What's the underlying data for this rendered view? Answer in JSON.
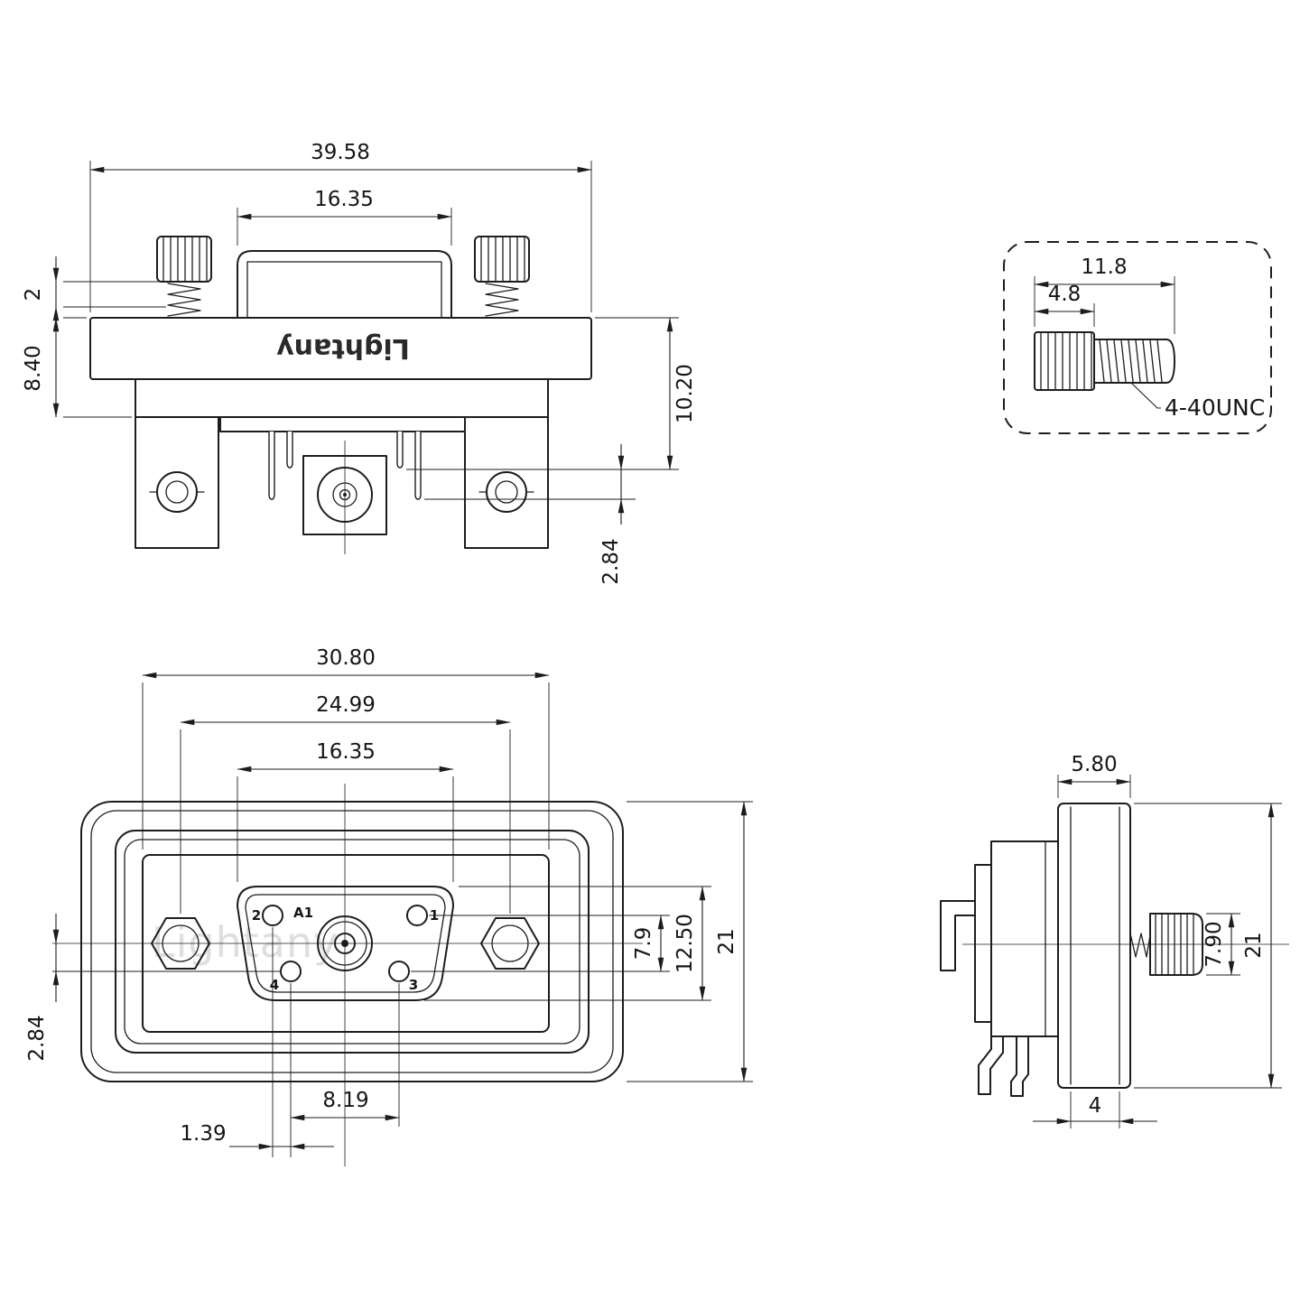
{
  "meta": {
    "type": "connector-technical-drawing",
    "brand": "Lightany"
  },
  "top_view": {
    "logo": "Lightany",
    "dim_overall_width": "39.58",
    "dim_shell_width": "16.35",
    "dim_washer_thickness": "2",
    "dim_body_height": "8.40",
    "dim_mount_height": "10.20",
    "dim_pin_step": "2.84"
  },
  "screw_detail": {
    "dim_total_length": "11.8",
    "dim_head_length": "4.8",
    "thread_spec": "4-40UNC"
  },
  "front_view": {
    "watermark": "Lightany",
    "dim_flange_width": "30.80",
    "dim_hole_spacing": "24.99",
    "dim_shell_width": "16.35",
    "dim_contact_span": "7.9",
    "dim_shell_height": "12.50",
    "dim_overall_height": "21",
    "dim_row_offset": "2.84",
    "dim_pin_span": "8.19",
    "dim_pin_offset": "1.39",
    "labels": {
      "coax": "A1",
      "pin1": "1",
      "pin2": "2",
      "pin3": "3",
      "pin4": "4"
    }
  },
  "side_view": {
    "dim_bracket_depth": "5.80",
    "dim_screw_head": "7.90",
    "dim_overall_height": "21",
    "dim_plate_depth": "4"
  }
}
